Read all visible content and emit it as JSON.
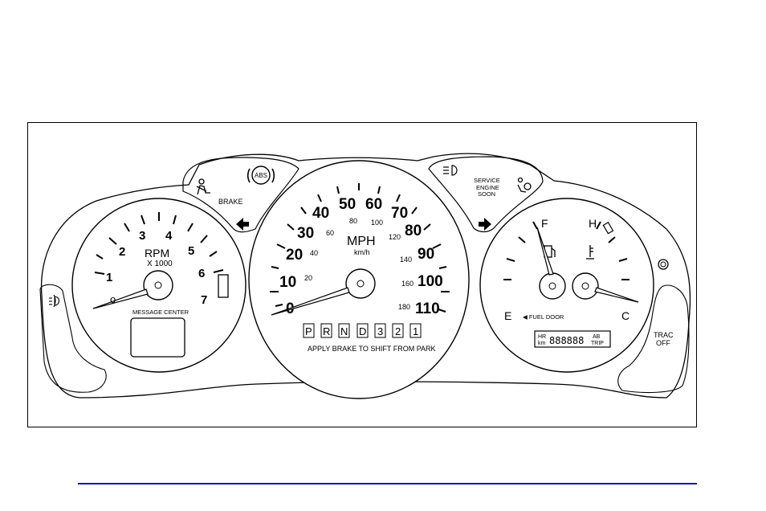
{
  "tach": {
    "numbers": [
      "1",
      "2",
      "3",
      "4",
      "5",
      "6",
      "7"
    ],
    "label": "RPM",
    "multiplier": "X 1000",
    "message_center": "MESSAGE CENTER"
  },
  "speedo": {
    "mph_numbers": [
      "0",
      "10",
      "20",
      "30",
      "40",
      "50",
      "60",
      "70",
      "80",
      "90",
      "100",
      "110"
    ],
    "kmh_numbers": [
      "20",
      "40",
      "60",
      "80",
      "100",
      "120",
      "140",
      "160",
      "180"
    ],
    "unit": "MPH",
    "unit_metric": "km/h",
    "gear_positions": [
      "P",
      "R",
      "N",
      "D",
      "3",
      "2",
      "1"
    ],
    "shift_note": "APPLY BRAKE TO SHIFT FROM PARK"
  },
  "fuel_temp": {
    "fuel_full": "F",
    "fuel_empty": "E",
    "temp_hot": "H",
    "temp_cold": "C",
    "fuel_door": "◀ FUEL DOOR"
  },
  "odometer": {
    "hr": "HR",
    "km": "km",
    "digits": "888888",
    "ab": "AB",
    "trip": "TRIP"
  },
  "warnings": {
    "abs": "ABS",
    "brake": "BRAKE",
    "service_line1": "SERVICE",
    "service_line2": "ENGINE",
    "service_line3": "SOON",
    "trac_line1": "TRAC",
    "trac_line2": "OFF"
  }
}
